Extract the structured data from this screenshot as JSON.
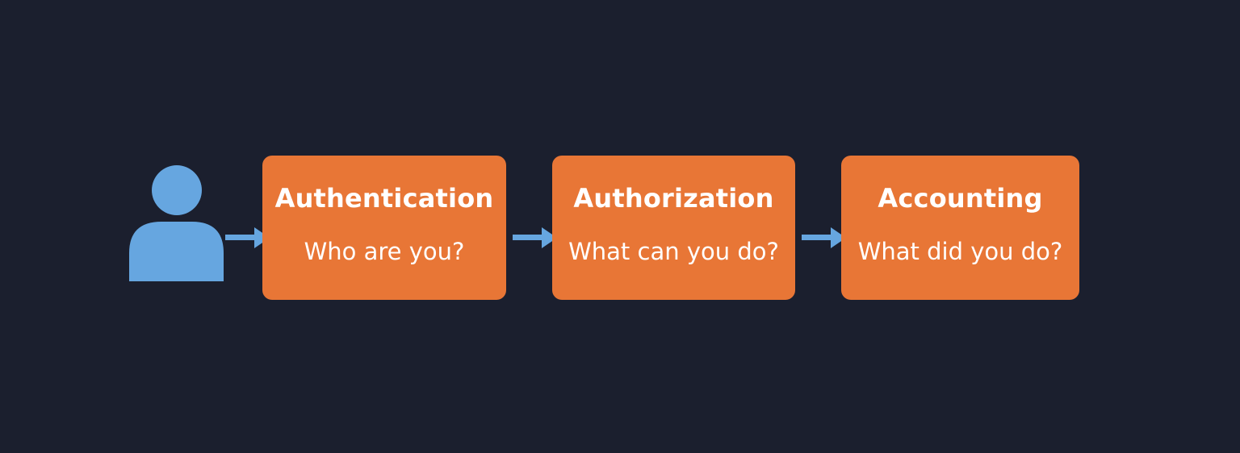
{
  "colors": {
    "background": "#1b1f2e",
    "box": "#e87636",
    "accent": "#66a6e0",
    "text": "#ffffff"
  },
  "actor": {
    "icon": "user-icon"
  },
  "steps": [
    {
      "title": "Authentication",
      "subtitle": "Who are you?"
    },
    {
      "title": "Authorization",
      "subtitle": "What can you do?"
    },
    {
      "title": "Accounting",
      "subtitle": "What did you do?"
    }
  ]
}
